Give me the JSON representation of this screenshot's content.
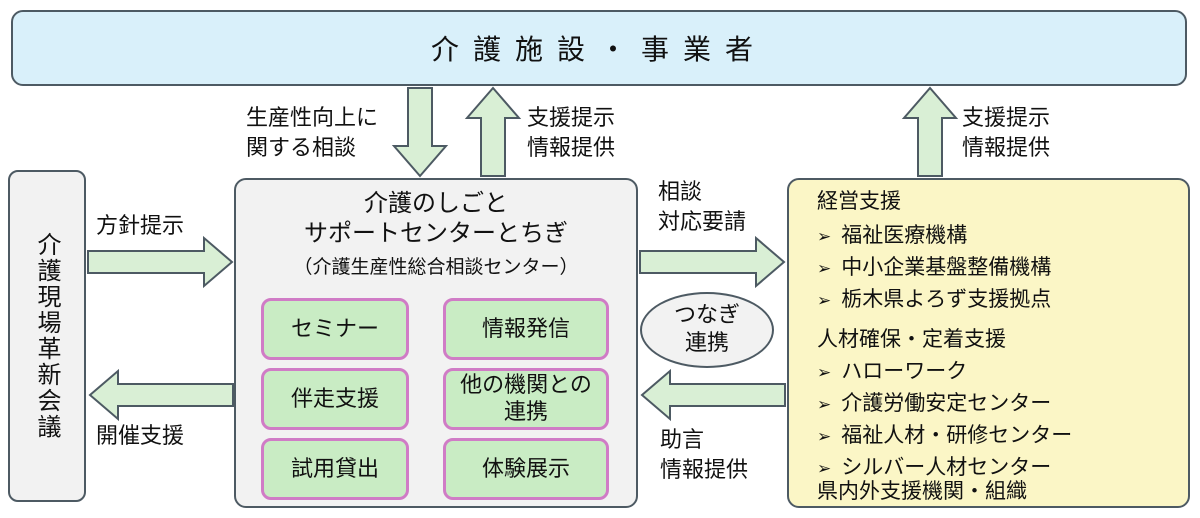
{
  "top_box": {
    "title": "介護施設・事業者"
  },
  "left_box": {
    "title": "介護現場革新会議"
  },
  "labels": {
    "policy": "方針提示",
    "holding_support": "開催支援",
    "consult_line1": "生産性向上に",
    "consult_line2": "関する相談",
    "support_line1_center": "支援提示",
    "support_line2_center": "情報提供",
    "request_line1": "相談",
    "request_line2": "対応要請",
    "advice_line1": "助言",
    "advice_line2": "情報提供",
    "support_line1_right": "支援提示",
    "support_line2_right": "情報提供"
  },
  "center_box": {
    "title_line1": "介護のしごと",
    "title_line2": "サポートセンターとちぎ",
    "subtitle": "（介護生産性総合相談センター）",
    "cells": [
      {
        "lines": [
          "セミナー"
        ]
      },
      {
        "lines": [
          "情報発信"
        ]
      },
      {
        "lines": [
          "伴走支援"
        ]
      },
      {
        "lines": [
          "他の機関との",
          "連携"
        ]
      },
      {
        "lines": [
          "試用貸出"
        ]
      },
      {
        "lines": [
          "体験展示"
        ]
      }
    ]
  },
  "oval": {
    "line1": "つなぎ",
    "line2": "連携"
  },
  "right_box": {
    "section1_title": "経営支援",
    "section1_items": [
      "福祉医療機構",
      "中小企業基盤整備機構",
      "栃木県よろず支援拠点"
    ],
    "section2_title": "人材確保・定着支援",
    "section2_items": [
      "ハローワーク",
      "介護労働安定センター",
      "福祉人材・研修センター",
      "シルバー人材センター"
    ],
    "footer": "県内外支援機関・組織",
    "bullet_char": "➢"
  },
  "colors": {
    "top_fill": "#d9f0fa",
    "center_fill": "#f2f2f2",
    "cell_fill": "#c9ecc4",
    "cell_border": "#d07cc6",
    "right_fill": "#fbf6c6",
    "arrow_fill": "#d9efd5",
    "outline": "#4d5a63"
  }
}
